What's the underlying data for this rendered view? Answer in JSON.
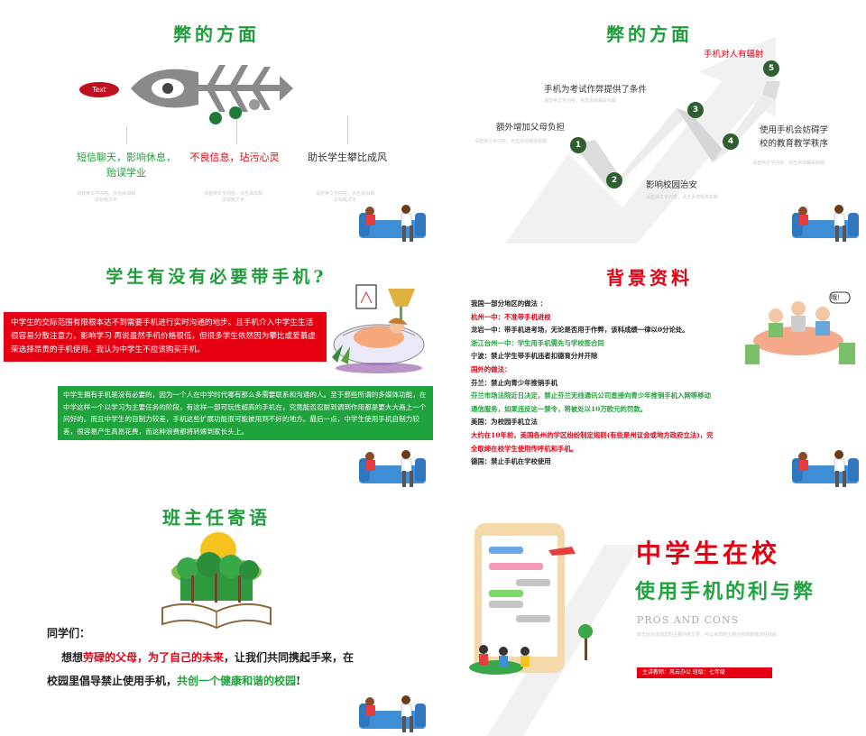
{
  "slide1": {
    "title": "弊的方面",
    "tag": "Text",
    "items": [
      {
        "label": "短信聊天，影响休息，\n贻误学业",
        "sub": "请替换文字内容，点击添加相关标题文字"
      },
      {
        "label": "不良信息，玷污心灵",
        "sub": "请替换文字内容，点击添加相关标题文字"
      },
      {
        "label": "助长学生攀比成风",
        "sub": "请替换文字内容，点击添加相关标题文字"
      }
    ]
  },
  "slide2": {
    "title": "弊的方面",
    "steps": [
      {
        "num": "1",
        "label": "额外增加父母负担",
        "sub": "请替换文字内容，点击添加相关标题"
      },
      {
        "num": "2",
        "label": "影响校园治安",
        "sub": "请替换文字内容，点击添加相关标题"
      },
      {
        "num": "3",
        "label": "手机为考试作弊提供了条件",
        "sub": "请替换文字内容，点击添加相关标题"
      },
      {
        "num": "4",
        "label": "使用手机会妨碍学\n校的教育教学秩序",
        "sub": "请替换文字内容，点击添加相关标题"
      },
      {
        "num": "5",
        "label": "手机对人有辐射",
        "sub": "请替换文字内容，点击添加相关标题"
      }
    ]
  },
  "slide3": {
    "title": "学生有没有必要带手机?",
    "red_text": "中学生的交际范围有限根本达不到需要手机进行实时沟通的地步。且手机介入中学生生活很容易分散注意力，影响学习 再说虽然手机价格很低，但很多学生依然因为攀比或爱慕虚荣选择昂贵的手机使用。我认为中学生不应该购买手机。",
    "green_text": "中学生拥有手机是没有必要的，因为一个人在中学时代哪有那么多需要联系和沟通的人。至于那些所谓的多媒体功能，在中学这样一个以学习为主要任务的阶段，有这样一部可玩性超高的手机在，究竟能否忍耐到调到作用都是要大大画上一个问好的。而且中学生的自制力较差，手机这些扩展功能很可能被用到不好的地方。最后一点，中学生使用手机自制力较差，很容易产生高昂花费，而这种浪费都将转嫁到家长头上。"
  },
  "slide4": {
    "title": "背景资料",
    "lines": [
      {
        "text": "我国一部分地区的做法 ：",
        "color": "black"
      },
      {
        "text": "杭州一中：不准带手机进校",
        "color": "red"
      },
      {
        "text": "龙岩一中：带手机进考场，无论是否用于作弊，该科成绩一律以0分论处。",
        "color": "black"
      },
      {
        "text": "浙江台州一中：学生用手机需先与学校签合同",
        "color": "green"
      },
      {
        "text": "宁波：禁止学生带手机违者扣德育分并开除",
        "color": "black"
      },
      {
        "text": "国外的做法：",
        "color": "red"
      },
      {
        "text": "芬兰：禁止向青少年推销手机",
        "color": "black"
      },
      {
        "text": "芬兰市场法院近日决定，禁止芬兰无线通讯公司直接向青少年推销手机入网等移动",
        "color": "green"
      },
      {
        "text": "通信服务，如果违反这一禁令，将被处以10万欧元的罚款。",
        "color": "green"
      },
      {
        "text": "美国：为校园手机立法",
        "color": "black"
      },
      {
        "text": "大约在10年前，美国各州的学区纷纷制定规则(有些是州议会或地方政府立法)，完",
        "color": "red"
      },
      {
        "text": "全取缔在校学生使用传呼机和手机。",
        "color": "red"
      },
      {
        "text": "德国：禁止手机在学校使用",
        "color": "black"
      }
    ],
    "bubble": "哦!"
  },
  "slide5": {
    "title": "班主任寄语",
    "greeting": "同学们：",
    "p1": "想想",
    "p2": "劳碌的父母，为了自己的未来",
    "p3": "，让我们共同携起手来，在",
    "p4": "校园里倡导禁止使用手机，",
    "p5": "共创一个健康和谐的校园",
    "p6": "!"
  },
  "slide6": {
    "title1": "中学生在校",
    "title2": "使用手机的利与弊",
    "subtitle": "PROS AND CONS",
    "small": "单击此处添加您的主要内容文字，可以将您的主题内容简要描述在此处",
    "footer": "主讲教师：风云办公  班级：七年级"
  },
  "colors": {
    "red": "#e60012",
    "green": "#1f9d3a",
    "dark_green": "#2f5f2f"
  }
}
